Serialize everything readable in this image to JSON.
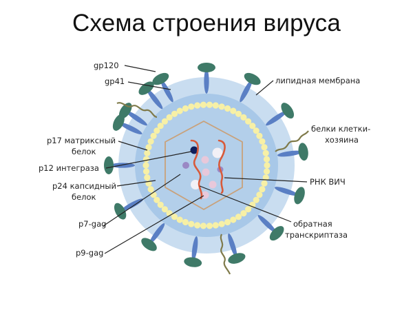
{
  "title": "Схема строения вируса",
  "colors": {
    "outer_envelope": "#c9ddf0",
    "inner_layer": "#a8c8e8",
    "core": "#b3cfea",
    "matrix_beads": "#f7f0a6",
    "spike_head": "#3f7a68",
    "spike_stem": "#5a7fc4",
    "capsid_outline": "#c9a17a",
    "rna": "#d85a3a",
    "host_protein": "#7f7a4a",
    "integrase_dot": "#0f1f5c",
    "leader_line": "#222222"
  },
  "labels": {
    "gp120": "gp120",
    "gp41": "gp41",
    "lipid_membrane": "липидная мембрана",
    "host_proteins_line1": "белки клетки-",
    "host_proteins_line2": "хозяина",
    "p17_line1": "p17 матриксный",
    "p17_line2": "белок",
    "p12": "p12 интеграза",
    "p24_line1": "p24 капсидный",
    "p24_line2": "белок",
    "p7": "p7-gag",
    "p9": "p9-gag",
    "rna": "РНК ВИЧ",
    "rt_line1": "обратная",
    "rt_line2": "транскриптаза"
  }
}
